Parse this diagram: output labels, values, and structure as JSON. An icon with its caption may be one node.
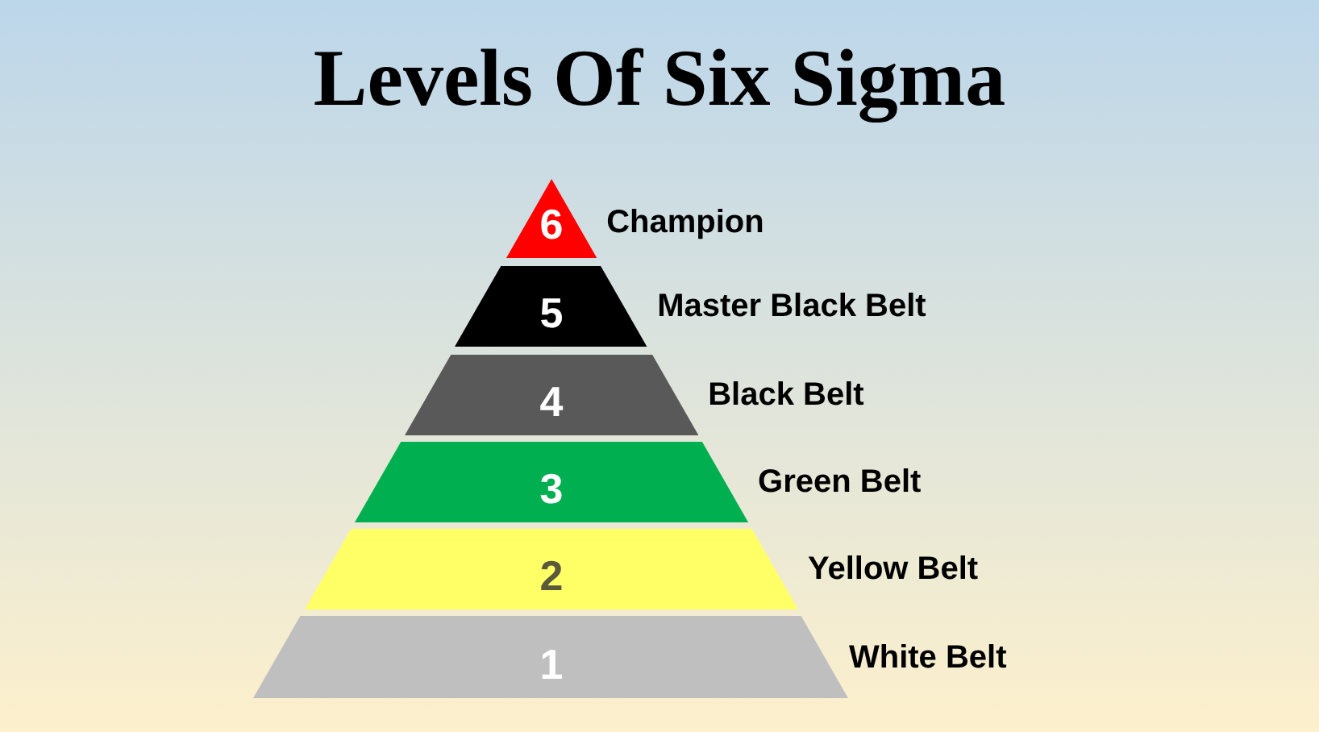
{
  "diagram": {
    "title": "Levels Of Six Sigma",
    "nodes": [
      {
        "text": [
          "6"
        ],
        "beside": [
          "Champion"
        ]
      },
      {
        "text": [
          "5"
        ],
        "beside": [
          "Master Black Belt"
        ]
      },
      {
        "text": [
          "4"
        ],
        "beside": [
          "Black Belt"
        ]
      },
      {
        "text": [
          "3"
        ],
        "beside": [
          "Green Belt"
        ]
      },
      {
        "text": [
          "2"
        ],
        "beside": [
          "Yellow Belt"
        ]
      },
      {
        "text": [
          "1"
        ],
        "beside": [
          "White Belt"
        ]
      }
    ]
  }
}
